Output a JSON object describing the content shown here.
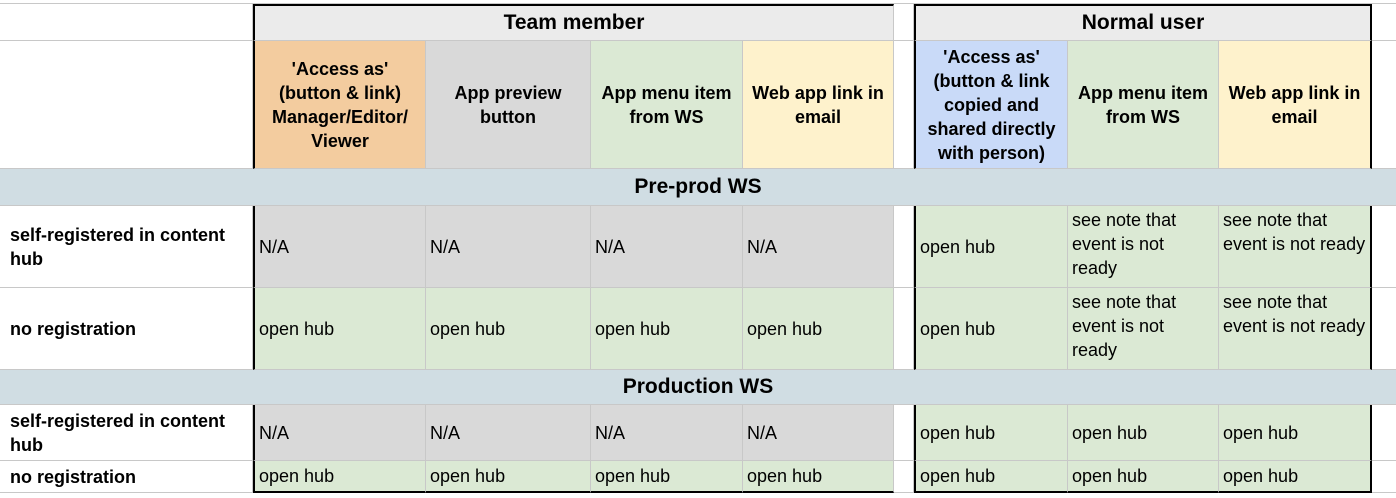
{
  "groups": {
    "team_member": "Team member",
    "normal_user": "Normal user"
  },
  "columns": {
    "access_as_team": "'Access as' (button & link) Manager/Editor/ Viewer",
    "app_preview": "App preview button",
    "app_menu_team": "App menu item from WS",
    "web_app_link_team": "Web app link in email",
    "access_as_normal": "'Access as' (button & link copied and shared directly with person)",
    "app_menu_normal": "App menu item from WS",
    "web_app_link_normal": "Web app link in email"
  },
  "sections": {
    "preprod": "Pre-prod WS",
    "production": "Production WS"
  },
  "rows": {
    "preprod_self": {
      "label": "self-registered in content hub",
      "t1": "N/A",
      "t2": "N/A",
      "t3": "N/A",
      "t4": "N/A",
      "n1": "open hub",
      "n2": "see note that event is not ready",
      "n3": "see note that event is not ready"
    },
    "preprod_none": {
      "label": "no registration",
      "t1": "open hub",
      "t2": "open hub",
      "t3": "open hub",
      "t4": "open hub",
      "n1": "open hub",
      "n2": "see note that event is not ready",
      "n3": "see note that event is not ready"
    },
    "prod_self": {
      "label": "self-registered in content hub",
      "t1": "N/A",
      "t2": "N/A",
      "t3": "N/A",
      "t4": "N/A",
      "n1": "open hub",
      "n2": "open hub",
      "n3": "open hub"
    },
    "prod_none": {
      "label": "no registration",
      "t1": "open hub",
      "t2": "open hub",
      "t3": "open hub",
      "t4": "open hub",
      "n1": "open hub",
      "n2": "open hub",
      "n3": "open hub"
    }
  },
  "colors": {
    "orange": "#f3cc9f",
    "gray": "#d9d9d9",
    "green": "#dbe9d4",
    "yellow": "#fef2cc",
    "blue": "#c9daf8",
    "section": "#d0dde3",
    "header": "#ebebeb"
  }
}
